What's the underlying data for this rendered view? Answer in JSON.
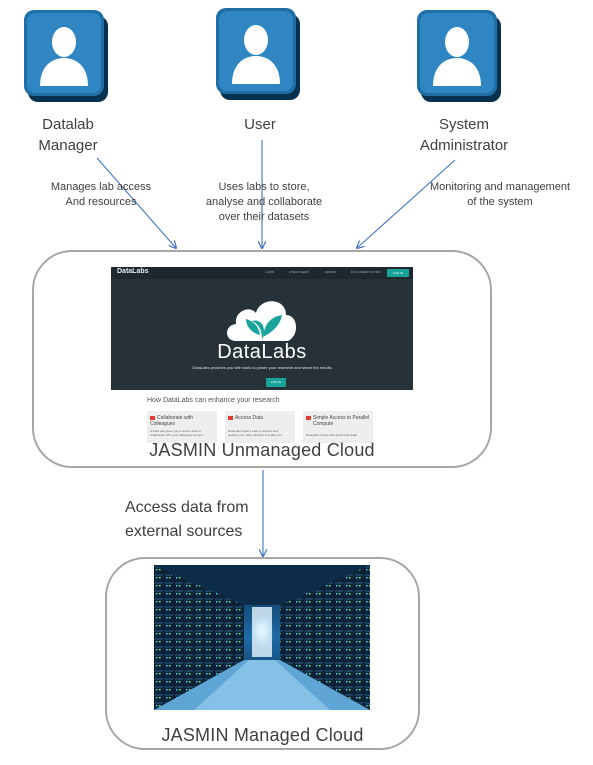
{
  "roles": [
    {
      "label_line1": "Datalab",
      "label_line2": "Manager",
      "description_line1": "Manages lab access",
      "description_line2": "And resources",
      "description_line3": ""
    },
    {
      "label_line1": "User",
      "label_line2": "",
      "description_line1": "Uses labs to store,",
      "description_line2": "analyse and collaborate",
      "description_line3": "over their datasets"
    },
    {
      "label_line1": "System",
      "label_line2": "Administrator",
      "description_line1": "Monitoring and management",
      "description_line2": "of the system",
      "description_line3": ""
    }
  ],
  "unmanaged_cloud": {
    "title": "JASMIN Unmanaged Cloud",
    "screenshot": {
      "logo": "DataLabs",
      "nav_links": [
        "LABS",
        "DISCOVERY",
        "ADMIN",
        "DOCUMENTATION"
      ],
      "login_label": "LOG IN",
      "brand": "DataLabs",
      "tagline": "DataLabs provides you with tools to power your research and share the results",
      "hero_login_label": "LOG IN",
      "section_heading": "How DataLabs can enhance your research",
      "cards": [
        {
          "title_line1": "Collaborate with Colleagues",
          "title_line2": "",
          "body_line1": "A Data Lab gives you a secure area to",
          "body_line2": "collaborate with your colleagues around",
          "icon_color": "#e53935"
        },
        {
          "title_line1": "Access Data",
          "title_line2": "",
          "body_line1": "DataLabs make it easy to access and",
          "body_line2": "analyse your data, whether it is data you",
          "icon_color": "#e53935"
        },
        {
          "title_line1": "Simple Access to Parallel",
          "title_line2": "Compute",
          "body_line1": "DataLabs comes with Spark and Dask",
          "body_line2": "",
          "icon_color": "#e53935"
        }
      ]
    }
  },
  "connector": {
    "line1": "Access data from",
    "line2": "external sources"
  },
  "managed_cloud": {
    "title": "JASMIN Managed Cloud"
  },
  "colors": {
    "arrow": "#4472c4",
    "box_border": "#a6a6a6",
    "icon_dark": "#0c4a6e",
    "icon_light": "#2e86c1",
    "accent": "#1aa39a"
  }
}
